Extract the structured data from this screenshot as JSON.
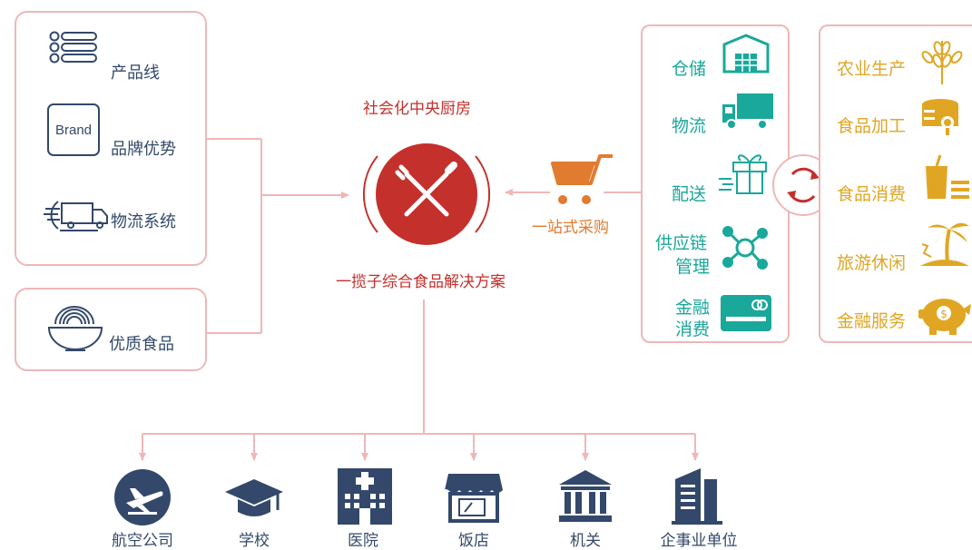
{
  "left_panel": {
    "items": [
      {
        "label": "产品线",
        "icon": "list-icon"
      },
      {
        "label": "品牌优势",
        "icon": "brand-icon",
        "icon_text": "Brand"
      },
      {
        "label": "物流系统",
        "icon": "truck-icon"
      }
    ],
    "quality": {
      "label": "优质食品",
      "icon": "bowl-icon"
    }
  },
  "center": {
    "title": "社会化中央厨房",
    "subtitle": "一揽子综合食品解决方案",
    "icon": "fork-knife-icon"
  },
  "cart": {
    "label": "一站式采购",
    "icon": "shopping-cart-icon"
  },
  "services": [
    {
      "label": "仓储",
      "icon": "warehouse-icon"
    },
    {
      "label": "物流",
      "icon": "delivery-truck-icon"
    },
    {
      "label": "配送",
      "icon": "gift-delivery-icon"
    },
    {
      "label": "供应链管理",
      "line1": "供应链",
      "line2": "管理",
      "icon": "network-icon"
    },
    {
      "label": "金融消费",
      "line1": "金融",
      "line2": "消费",
      "icon": "credit-card-icon"
    }
  ],
  "cycle_icon": "refresh-icon",
  "industries": [
    {
      "label": "农业生产",
      "icon": "wheat-icon"
    },
    {
      "label": "食品加工",
      "icon": "processing-icon"
    },
    {
      "label": "食品消费",
      "icon": "drink-icon"
    },
    {
      "label": "旅游休闲",
      "icon": "palm-island-icon"
    },
    {
      "label": "金融服务",
      "icon": "piggy-bank-icon"
    }
  ],
  "destinations": [
    {
      "label": "航空公司",
      "icon": "airplane-icon"
    },
    {
      "label": "学校",
      "icon": "graduation-cap-icon"
    },
    {
      "label": "医院",
      "icon": "hospital-icon"
    },
    {
      "label": "饭店",
      "icon": "restaurant-icon"
    },
    {
      "label": "机关",
      "icon": "government-building-icon"
    },
    {
      "label": "企事业单位",
      "icon": "office-building-icon"
    }
  ],
  "colors": {
    "border": "#efb7b7",
    "navy": "#33486a",
    "red": "#c4302c",
    "teal": "#1aa89a",
    "gold": "#e0a623",
    "orange": "#e07b2f"
  }
}
